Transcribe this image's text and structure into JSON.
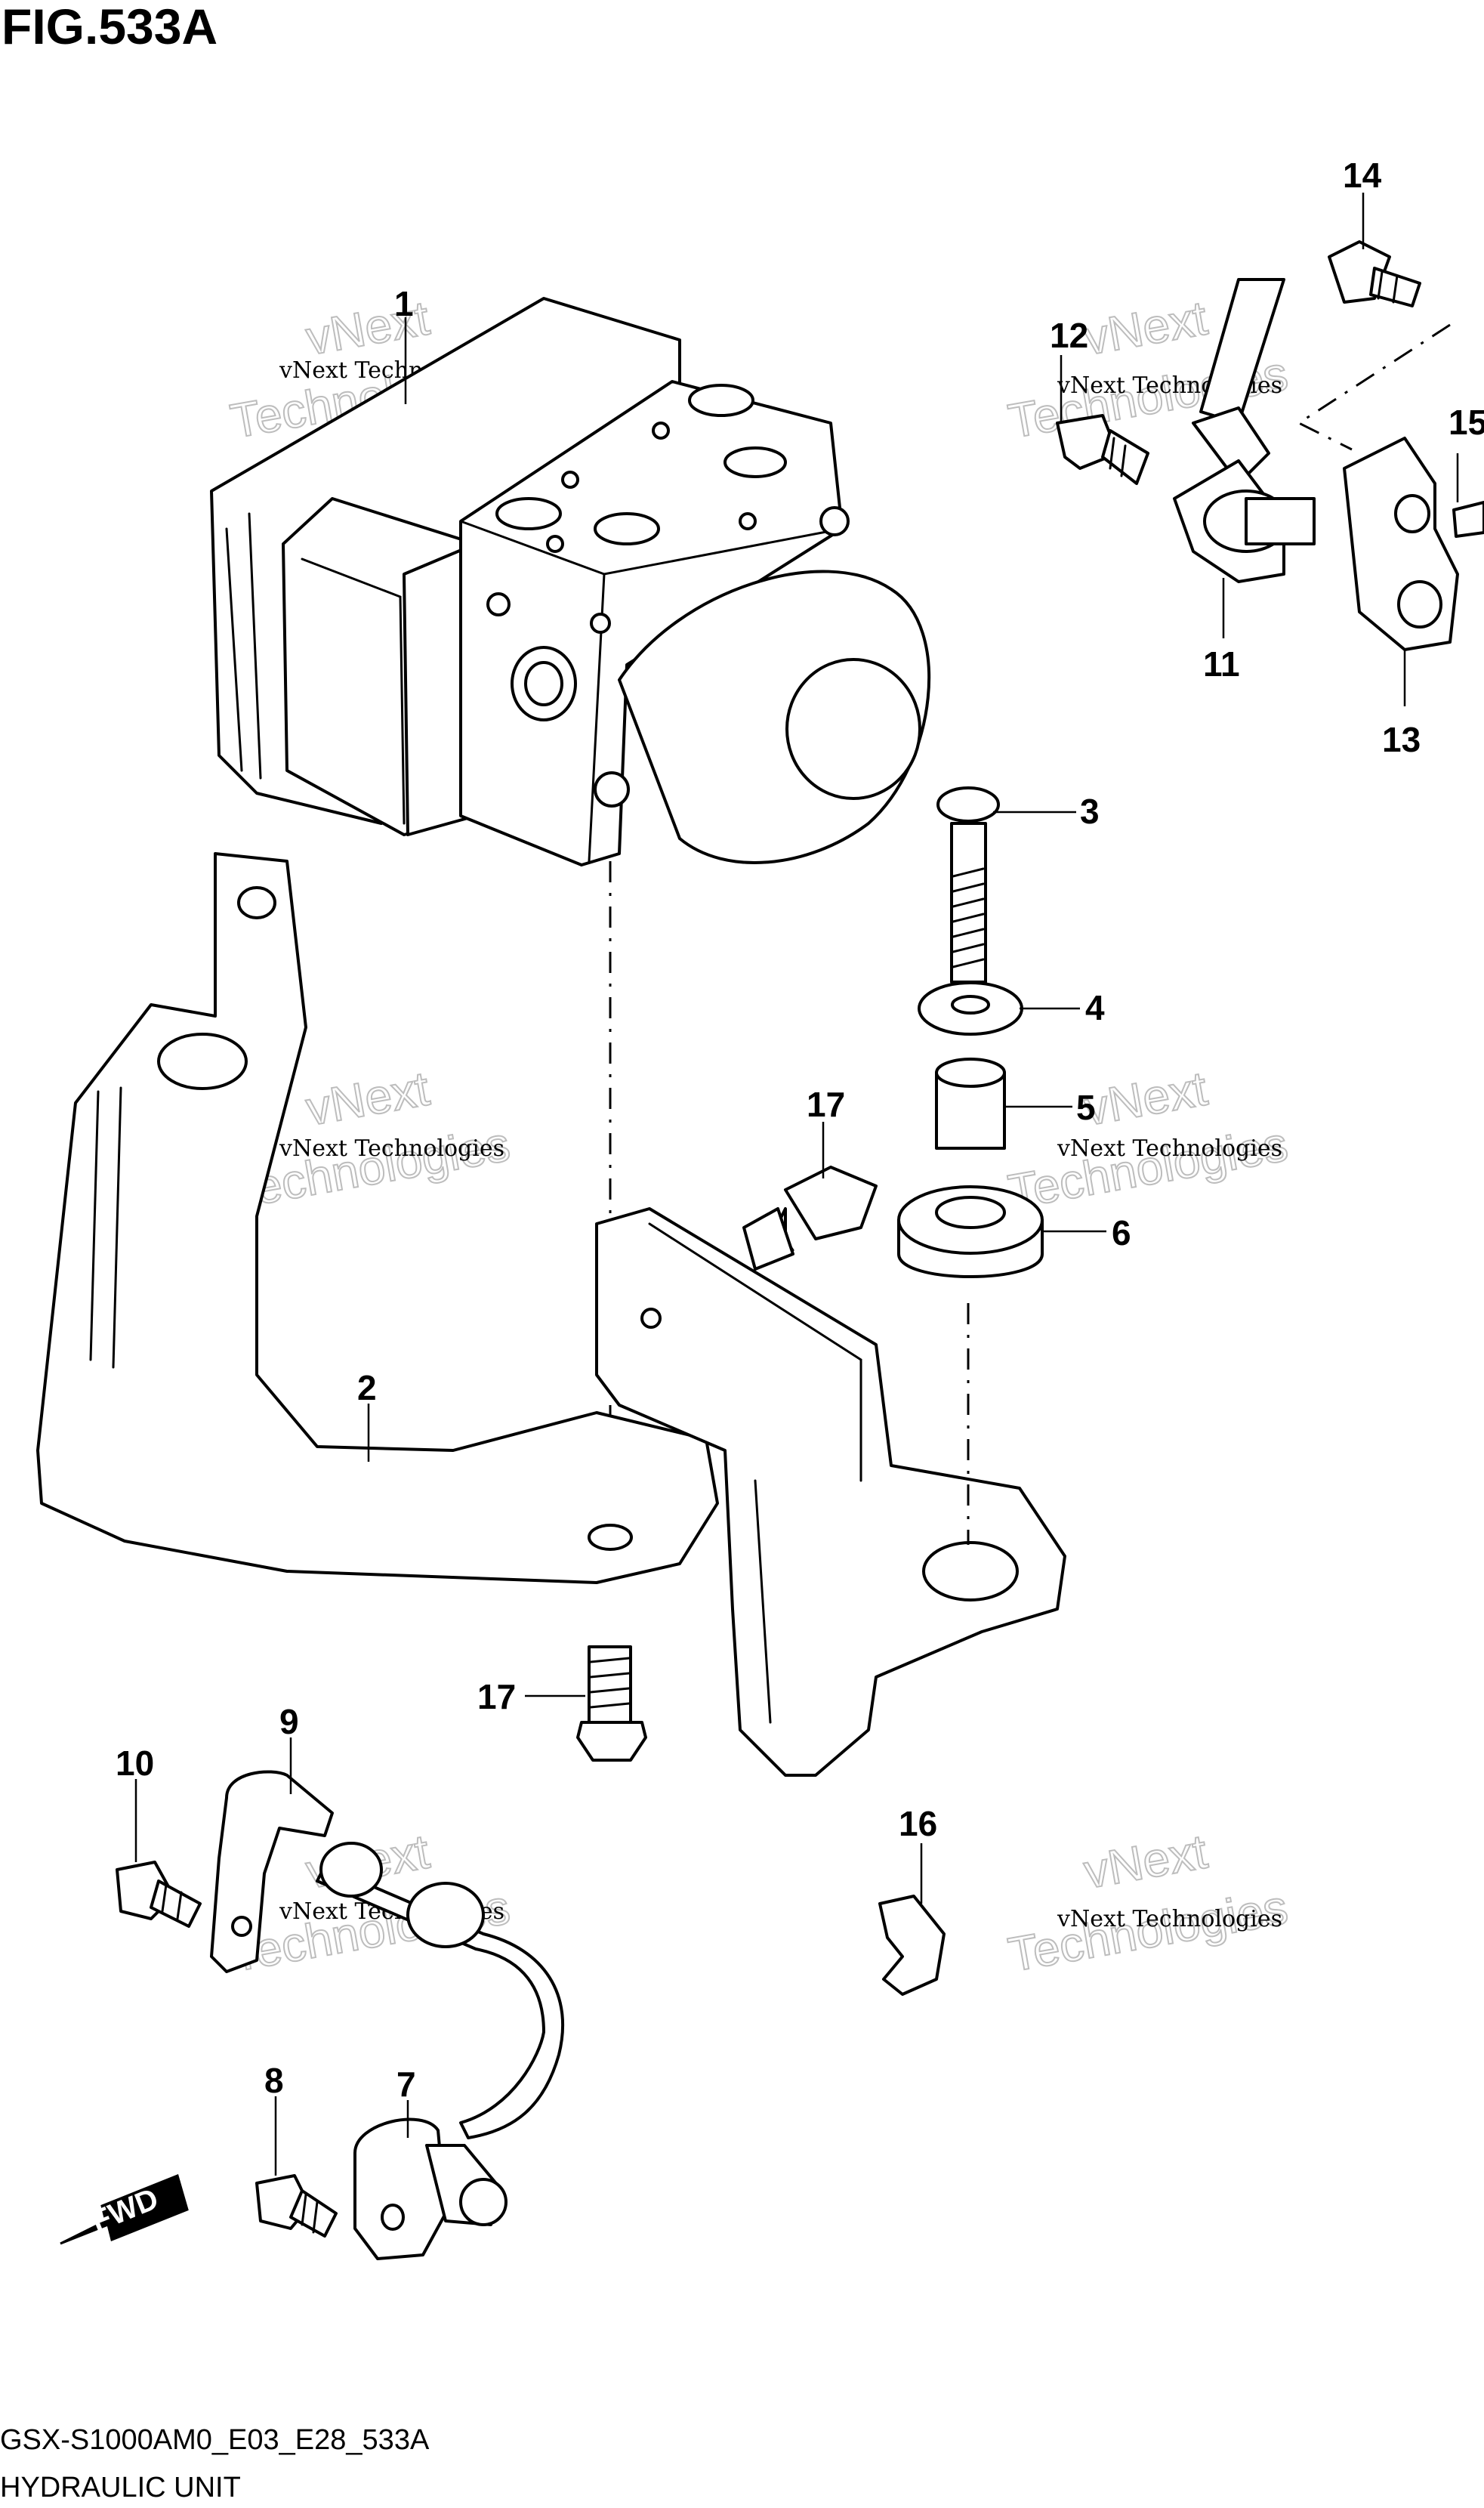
{
  "figure": {
    "title": "FIG.533A",
    "model_code": "GSX-S1000AM0_E03_E28_533A",
    "section_name": "HYDRAULIC UNIT"
  },
  "fwd_label": "FWD",
  "callouts": [
    {
      "id": "c1",
      "label": "1"
    },
    {
      "id": "c2",
      "label": "2"
    },
    {
      "id": "c3",
      "label": "3"
    },
    {
      "id": "c4",
      "label": "4"
    },
    {
      "id": "c5",
      "label": "5"
    },
    {
      "id": "c6",
      "label": "6"
    },
    {
      "id": "c7",
      "label": "7"
    },
    {
      "id": "c8",
      "label": "8"
    },
    {
      "id": "c9",
      "label": "9"
    },
    {
      "id": "c10",
      "label": "10"
    },
    {
      "id": "c11",
      "label": "11"
    },
    {
      "id": "c12",
      "label": "12"
    },
    {
      "id": "c13",
      "label": "13"
    },
    {
      "id": "c14",
      "label": "14"
    },
    {
      "id": "c15",
      "label": "15"
    },
    {
      "id": "c16",
      "label": "16"
    },
    {
      "id": "c17a",
      "label": "17"
    },
    {
      "id": "c17b",
      "label": "17"
    }
  ],
  "watermark": {
    "line1": "vNext Technologies",
    "line2": "Technologies",
    "line3": "vNext"
  }
}
